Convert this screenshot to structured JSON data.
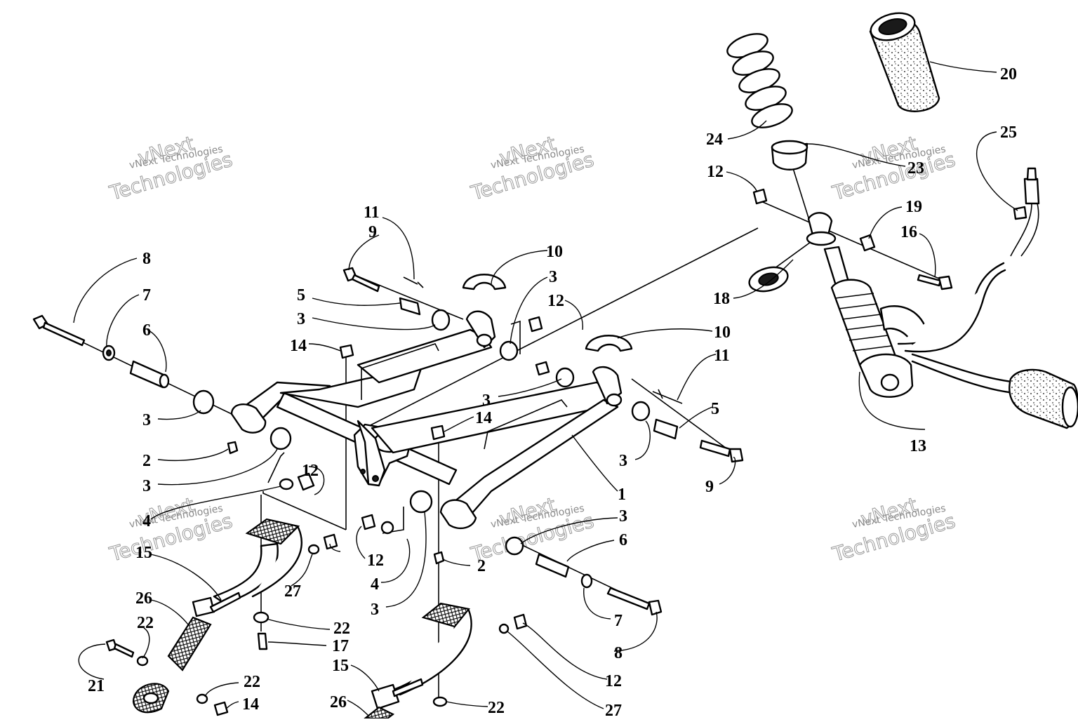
{
  "labels": [
    {
      "id": "l1",
      "text": "1"
    },
    {
      "id": "l2a",
      "text": "2"
    },
    {
      "id": "l2b",
      "text": "2"
    },
    {
      "id": "l3a",
      "text": "3"
    },
    {
      "id": "l3b",
      "text": "3"
    },
    {
      "id": "l3c",
      "text": "3"
    },
    {
      "id": "l3d",
      "text": "3"
    },
    {
      "id": "l3e",
      "text": "3"
    },
    {
      "id": "l3f",
      "text": "3"
    },
    {
      "id": "l3g",
      "text": "3"
    },
    {
      "id": "l3h",
      "text": "3"
    },
    {
      "id": "l4a",
      "text": "4"
    },
    {
      "id": "l4b",
      "text": "4"
    },
    {
      "id": "l5a",
      "text": "5"
    },
    {
      "id": "l5b",
      "text": "5"
    },
    {
      "id": "l6a",
      "text": "6"
    },
    {
      "id": "l6b",
      "text": "6"
    },
    {
      "id": "l7a",
      "text": "7"
    },
    {
      "id": "l7b",
      "text": "7"
    },
    {
      "id": "l8a",
      "text": "8"
    },
    {
      "id": "l8b",
      "text": "8"
    },
    {
      "id": "l9a",
      "text": "9"
    },
    {
      "id": "l9b",
      "text": "9"
    },
    {
      "id": "l10a",
      "text": "10"
    },
    {
      "id": "l10b",
      "text": "10"
    },
    {
      "id": "l11a",
      "text": "11"
    },
    {
      "id": "l11b",
      "text": "11"
    },
    {
      "id": "l12a",
      "text": "12"
    },
    {
      "id": "l12b",
      "text": "12"
    },
    {
      "id": "l12c",
      "text": "12"
    },
    {
      "id": "l12d",
      "text": "12"
    },
    {
      "id": "l12e",
      "text": "12"
    },
    {
      "id": "l13",
      "text": "13"
    },
    {
      "id": "l14a",
      "text": "14"
    },
    {
      "id": "l14b",
      "text": "14"
    },
    {
      "id": "l14c",
      "text": "14"
    },
    {
      "id": "l15a",
      "text": "15"
    },
    {
      "id": "l15b",
      "text": "15"
    },
    {
      "id": "l16",
      "text": "16"
    },
    {
      "id": "l17",
      "text": "17"
    },
    {
      "id": "l18",
      "text": "18"
    },
    {
      "id": "l19",
      "text": "19"
    },
    {
      "id": "l20",
      "text": "20"
    },
    {
      "id": "l21",
      "text": "21"
    },
    {
      "id": "l22a",
      "text": "22"
    },
    {
      "id": "l22b",
      "text": "22"
    },
    {
      "id": "l22c",
      "text": "22"
    },
    {
      "id": "l22d",
      "text": "22"
    },
    {
      "id": "l23",
      "text": "23"
    },
    {
      "id": "l24",
      "text": "24"
    },
    {
      "id": "l25",
      "text": "25"
    },
    {
      "id": "l26a",
      "text": "26"
    },
    {
      "id": "l26b",
      "text": "26"
    },
    {
      "id": "l27a",
      "text": "27"
    },
    {
      "id": "l27b",
      "text": "27"
    }
  ],
  "watermark": {
    "small": "vNext Technologies",
    "large_line1": "vNext",
    "large_line2": "Technologies"
  }
}
